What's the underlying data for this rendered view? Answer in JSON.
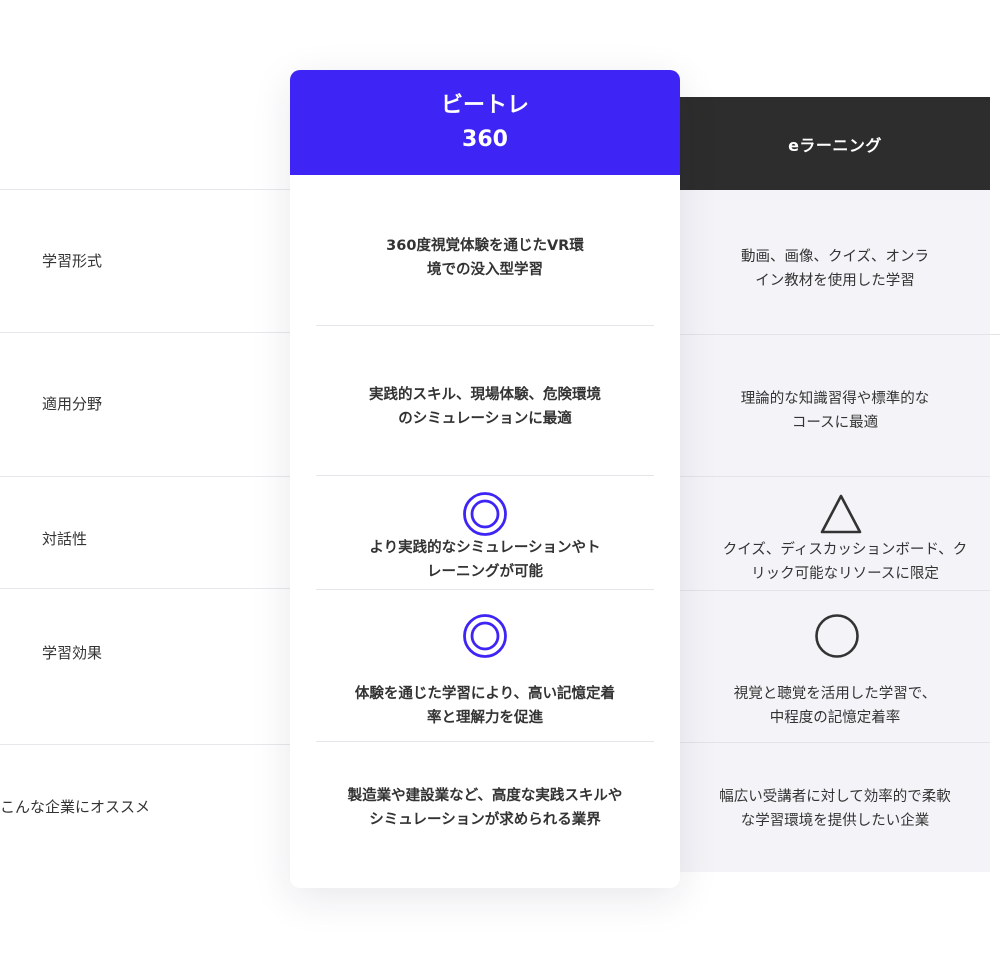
{
  "columns": {
    "bitore": {
      "title_line1": "ビートレ",
      "title_line2": "360",
      "accent": "#3e24f5"
    },
    "elearning": {
      "title": "eラーニング",
      "header_color": "#2d2d2d"
    }
  },
  "rows": [
    {
      "label": "学習形式",
      "bitore": [
        "360度視覚体験を通じたVR環",
        "境での没入型学習"
      ],
      "elearning": [
        "動画、画像、クイズ、オンラ",
        "イン教材を使用した学習"
      ]
    },
    {
      "label": "適用分野",
      "bitore": [
        "実践的スキル、現場体験、危険環境",
        "のシミュレーションに最適"
      ],
      "elearning": [
        "理論的な知識習得や標準的な",
        "コースに最適"
      ]
    },
    {
      "label": "対話性",
      "bitore_icon": "double-circle-icon",
      "elearning_icon": "triangle-icon",
      "bitore": [
        "より実践的なシミュレーションやト",
        "レーニングが可能"
      ],
      "elearning": [
        "クイズ、ディスカッションボード、ク",
        "リック可能なリソースに限定"
      ]
    },
    {
      "label": "学習効果",
      "bitore_icon": "double-circle-icon",
      "elearning_icon": "circle-icon",
      "bitore": [
        "体験を通じた学習により、高い記憶定着",
        "率と理解力を促進"
      ],
      "elearning": [
        "視覚と聴覚を活用した学習で、",
        "中程度の記憶定着率"
      ]
    },
    {
      "label": "こんな企業にオススメ",
      "bitore": [
        "製造業や建設業など、高度な実践スキルや",
        "シミュレーションが求められる業界"
      ],
      "elearning": [
        "幅広い受講者に対して効率的で柔軟",
        "な学習環境を提供したい企業"
      ]
    }
  ]
}
